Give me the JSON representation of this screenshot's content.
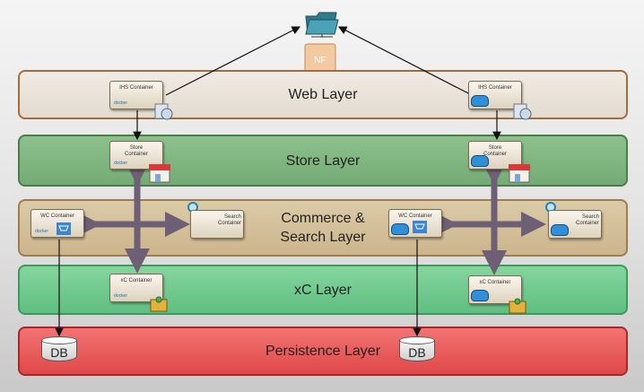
{
  "layers": {
    "web": "Web Layer",
    "store": "Store Layer",
    "commerce": "Commerce &\nSearch Layer",
    "xc": "xC Layer",
    "persistence": "Persistence Layer"
  },
  "containers": {
    "ihs": "IHS Container",
    "store": "Store\nContainer",
    "wc": "WC Container",
    "search": "Search\nContainer",
    "xc": "xC Container"
  },
  "badge": "docker",
  "db": "DB",
  "colors": {
    "web_border": "#a56b3d",
    "store_fill": "#7fb57f",
    "commerce_fill": "#d3bf98",
    "xc_fill": "#6ec98e",
    "persistence_fill": "#e85a5a",
    "arrow": "#6f5f74"
  },
  "icons": [
    "cloud-folder-icon",
    "network-icon",
    "storefront-icon",
    "shopping-cart-icon",
    "magnifier-icon",
    "puzzle-icon",
    "docker-whale-icon"
  ]
}
